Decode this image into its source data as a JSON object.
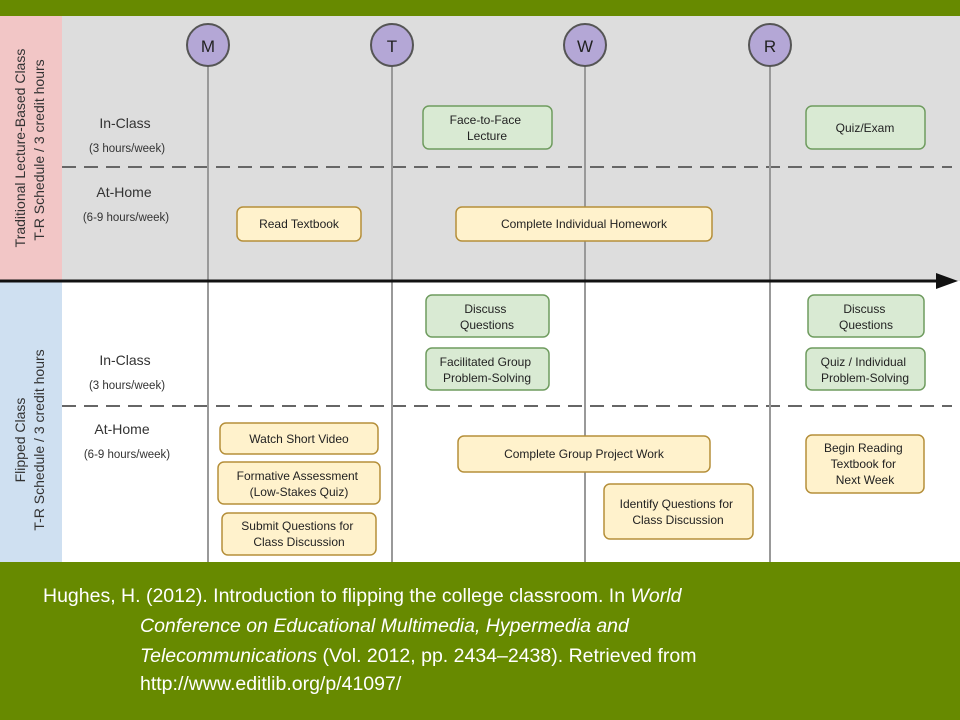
{
  "days": [
    "M",
    "T",
    "W",
    "R"
  ],
  "traditional": {
    "side_label_line1": "Traditional Lecture-Based Class",
    "side_label_line2": "T-R Schedule / 3 credit hours",
    "in_class": {
      "label": "In-Class",
      "hours": "(3 hours/week)"
    },
    "at_home": {
      "label": "At-Home",
      "hours": "(6-9 hours/week)"
    },
    "activities": {
      "face_to_face": [
        "Face-to-Face",
        "Lecture"
      ],
      "quiz_exam": [
        "Quiz/Exam"
      ],
      "read_textbook": [
        "Read Textbook"
      ],
      "complete_homework": [
        "Complete Individual Homework"
      ]
    }
  },
  "flipped": {
    "side_label_line1": "Flipped Class",
    "side_label_line2": "T-R Schedule / 3 credit hours",
    "in_class": {
      "label": "In-Class",
      "hours": "(3 hours/week)"
    },
    "at_home": {
      "label": "At-Home",
      "hours": "(6-9 hours/week)"
    },
    "activities": {
      "discuss_t": [
        "Discuss",
        "Questions"
      ],
      "group_problem": [
        "Facilitated Group",
        "Problem-Solving"
      ],
      "discuss_r": [
        "Discuss",
        "Questions"
      ],
      "quiz_individual": [
        "Quiz / Individual",
        "Problem-Solving"
      ],
      "watch_video": [
        "Watch Short Video"
      ],
      "formative": [
        "Formative Assessment",
        "(Low-Stakes Quiz)"
      ],
      "submit_questions": [
        "Submit Questions for",
        "Class Discussion"
      ],
      "group_project": [
        "Complete Group Project Work"
      ],
      "identify_questions": [
        "Identify Questions for",
        "Class Discussion"
      ],
      "begin_reading": [
        "Begin Reading",
        "Textbook for",
        "Next Week"
      ]
    }
  },
  "citation": {
    "line1_plain": "Hughes, H. (2012). Introduction to flipping the college classroom. In ",
    "line1_italic": "World",
    "line2_italic": "Conference on Educational Multimedia, Hypermedia and",
    "line3_italic": "Telecommunications",
    "line3_plain": " (Vol. 2012, pp. 2434–2438). Retrieved from",
    "line4": "http://www.editlib.org/p/41097/"
  },
  "colors": {
    "background": "#678a00",
    "traditional_panel": "#dddddd",
    "traditional_side": "#f2c6c6",
    "flipped_panel": "#ffffff",
    "flipped_side": "#cfe0f1",
    "day_circle": "#b4a7d6",
    "in_class_box": "#d9ead3",
    "in_class_border": "#6f9c5f",
    "at_home_box": "#fff2cc",
    "at_home_border": "#b58f3a"
  }
}
